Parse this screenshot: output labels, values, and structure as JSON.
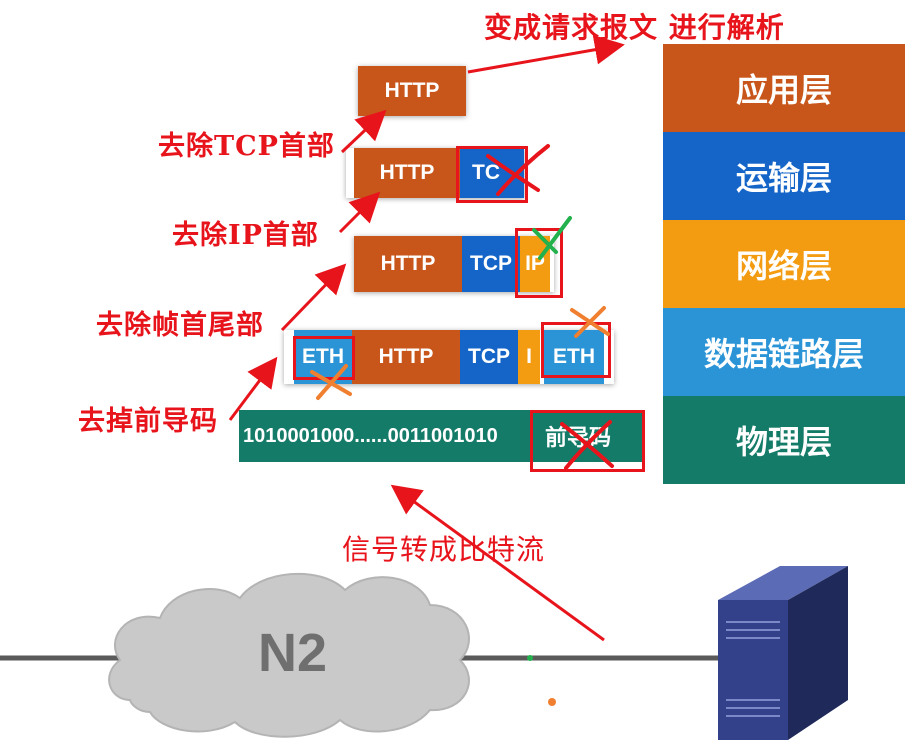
{
  "title": "变成请求报文 进行解析",
  "layers": [
    {
      "name": "应用层",
      "color": "#c8561b"
    },
    {
      "name": "运输层",
      "color": "#1565c8"
    },
    {
      "name": "网络层",
      "color": "#f39c12"
    },
    {
      "name": "数据链路层",
      "color": "#2a94d6"
    },
    {
      "name": "物理层",
      "color": "#147b68"
    }
  ],
  "steps": {
    "remove_tcp": "去除TCP首部",
    "remove_ip": "去除IP首部",
    "remove_frame": "去除帧首尾部",
    "remove_preamble": "去掉前导码",
    "signal": "信号转成比特流"
  },
  "packet_labels": {
    "http": "HTTP",
    "tcp": "TCP",
    "ip": "IP",
    "eth": "ETH",
    "tc": "TC",
    "i": "I"
  },
  "bitstream": {
    "bits": "1010001000......0011001010",
    "preamble": "前导码"
  },
  "network": {
    "cloud_label": "N2"
  },
  "colors": {
    "annotation_red": "#e8141c",
    "check_green": "#22b14c",
    "cross_orange": "#f08030"
  }
}
